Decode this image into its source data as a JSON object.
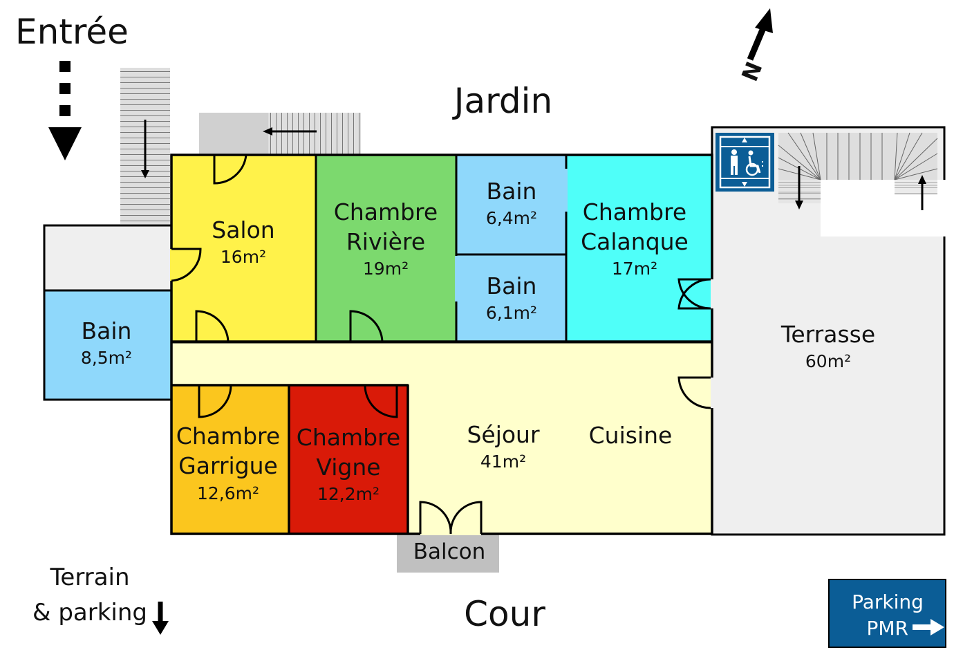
{
  "labels": {
    "entree": "Entrée",
    "jardin": "Jardin",
    "cour": "Cour",
    "terrain_line1": "Terrain",
    "terrain_line2": "& parking",
    "balcon": "Balcon",
    "cuisine": "Cuisine",
    "north": "N"
  },
  "rooms": {
    "salon": {
      "name": "Salon",
      "area": "16m²",
      "color": "#fff24a"
    },
    "riviere": {
      "name1": "Chambre",
      "name2": "Rivière",
      "area": "19m²",
      "color": "#7cd96e"
    },
    "bain_top": {
      "name": "Bain",
      "area": "6,4m²",
      "color": "#8fd8fb"
    },
    "bain_mid": {
      "name": "Bain",
      "area": "6,1m²",
      "color": "#8fd8fb"
    },
    "calanque": {
      "name1": "Chambre",
      "name2": "Calanque",
      "area": "17m²",
      "color": "#4ffff9"
    },
    "bain_left": {
      "name": "Bain",
      "area": "8,5m²",
      "color": "#8fd8fb"
    },
    "garrigue": {
      "name1": "Chambre",
      "name2": "Garrigue",
      "area": "12,6m²",
      "color": "#fbc61e"
    },
    "vigne": {
      "name1": "Chambre",
      "name2": "Vigne",
      "area": "12,2m²",
      "color": "#d91a08"
    },
    "sejour": {
      "name": "Séjour",
      "area": "41m²",
      "color": "#ffffcc"
    },
    "terrasse": {
      "name": "Terrasse",
      "area": "60m²",
      "color": "#efefef"
    }
  },
  "parking_pmr": {
    "line1": "Parking",
    "line2": "PMR",
    "color": "#0b5d96"
  },
  "icons": {
    "north": "north-arrow-icon",
    "entrance": "entrance-arrow-icon",
    "elevator": "accessible-elevator-icon",
    "stairs": "stairs-icon",
    "parking_arrow": "right-arrow-icon",
    "down_arrow": "down-arrow-icon"
  },
  "colors": {
    "stairs_gray": "#d9d9d9",
    "balcony_gray": "#c0c0c0",
    "annex_gray": "#efefef"
  }
}
